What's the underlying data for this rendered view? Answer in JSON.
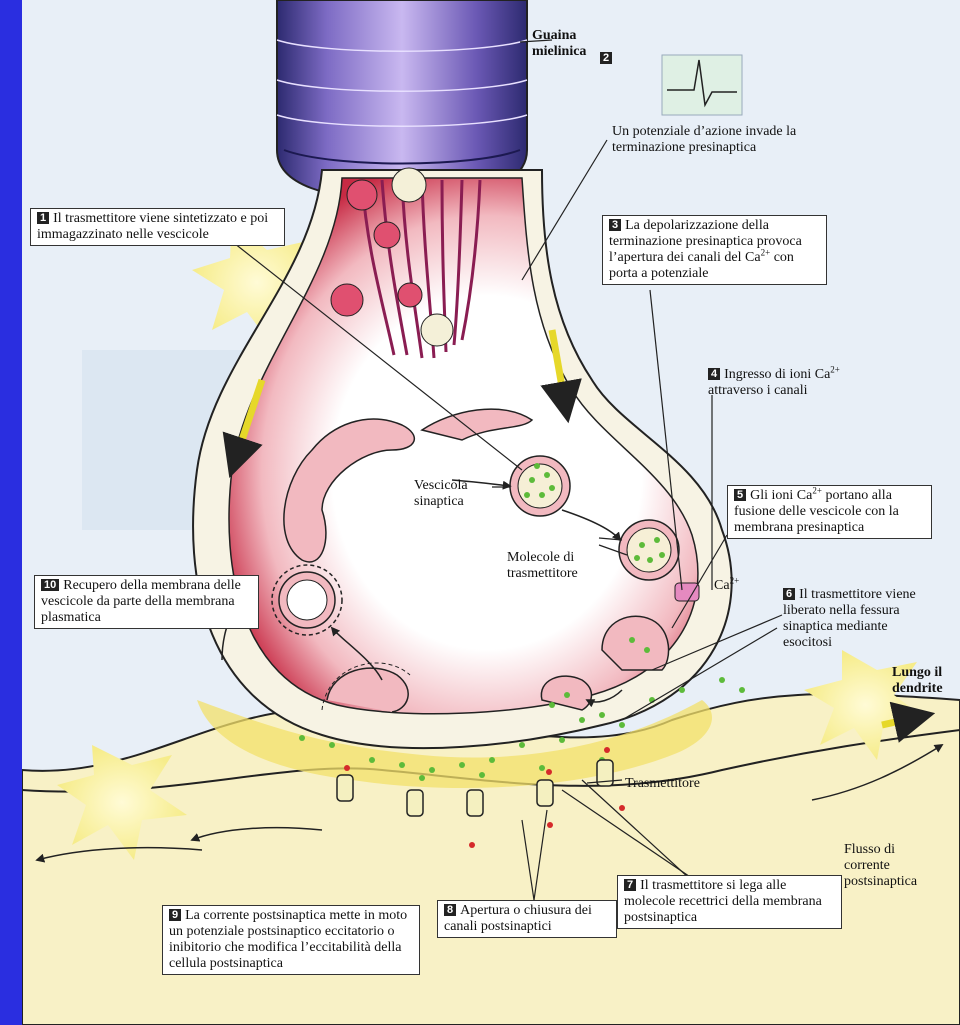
{
  "colors": {
    "frame": "#2a2ee0",
    "panel": "#eef3f8",
    "terminal": "#f7f3e4",
    "cytoplasm": "#d9334a",
    "myelin": "#4a3a8a",
    "cleft": "#f3e06a",
    "vesicle_dot": "#5dbb3a",
    "ion": "#e05a2a"
  },
  "labels": {
    "myelin": "Guaina mielinica",
    "vesicle": "Vescicola sinaptica",
    "molecules": "Molecole di trasmettitore",
    "ca": "Ca",
    "ca_sup": "2+",
    "transmitter": "Trasmettitore",
    "along_dendrite": "Lungo il dendrite",
    "flow": "Flusso di corrente postsinaptica"
  },
  "steps": [
    {
      "n": "1",
      "text": "Il trasmettitore viene sintetizzato e poi immagazzinato nelle vescicole"
    },
    {
      "n": "2",
      "text": "Un potenziale d’azione invade la terminazione presinaptica"
    },
    {
      "n": "3",
      "text": "La depolarizzazione della terminazione presinaptica provoca l’apertura dei canali del Ca2+ con porta a potenziale"
    },
    {
      "n": "4",
      "text": "Ingresso di ioni Ca2+ attraverso i canali"
    },
    {
      "n": "5",
      "text": "Gli ioni Ca2+ portano alla fusione delle vescicole con la membrana presinaptica"
    },
    {
      "n": "6",
      "text": "Il trasmettitore viene liberato nella fessura sinaptica mediante esocitosi"
    },
    {
      "n": "7",
      "text": "Il trasmettitore si lega alle molecole recettrici della membrana postsinaptica"
    },
    {
      "n": "8",
      "text": "Apertura o chiusura dei canali postsinaptici"
    },
    {
      "n": "9",
      "text": "La corrente postsinaptica mette in moto un potenziale postsinaptico eccitatorio o inibitorio che modifica l’eccitabilità della cellula postsinaptica"
    },
    {
      "n": "10",
      "text": "Recupero della membrana delle vescicole da parte della membrana plasmatica"
    }
  ]
}
